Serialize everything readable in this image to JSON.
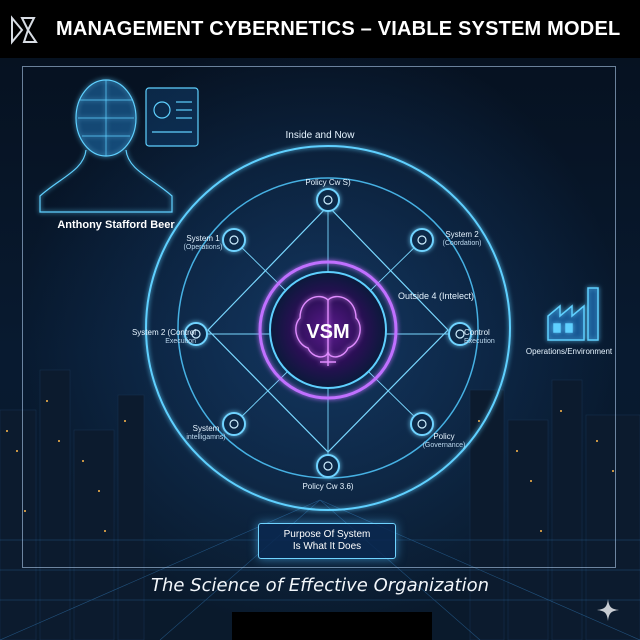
{
  "header": {
    "title": "MANAGEMENT CYBERNETICS – VIABLE SYSTEM MODEL"
  },
  "person": {
    "name": "Anthony Stafford Beer"
  },
  "diagram": {
    "top_label": "Inside and Now",
    "center_label": "VSM",
    "outside_label": "Outside 4 (Intelect)",
    "nodes": [
      {
        "id": "policy-top",
        "title": "Policy Cw S)",
        "subtitle": ""
      },
      {
        "id": "system-2-coordination",
        "title": "System 2",
        "subtitle": "(Coordation)"
      },
      {
        "id": "control-execution-right",
        "title": "Control",
        "subtitle": "Execution"
      },
      {
        "id": "policy-governance",
        "title": "Policy",
        "subtitle": "(Governance)"
      },
      {
        "id": "policy-bottom",
        "title": "Policy Cw 3.6)",
        "subtitle": ""
      },
      {
        "id": "system-intelligence",
        "title": "System",
        "subtitle": "intelligamns)"
      },
      {
        "id": "system-2-control-left",
        "title": "System 2 (Control",
        "subtitle": "Execution"
      },
      {
        "id": "system-1-operations",
        "title": "System 1",
        "subtitle": "(Operations)"
      }
    ]
  },
  "environment": {
    "label": "Operations/Environment"
  },
  "purpose": {
    "line1": "Purpose Of System",
    "line2": "Is What It Does"
  },
  "footer": {
    "tagline": "The Science of Effective Organization"
  },
  "colors": {
    "accent": "#5fd0ff",
    "glow": "#b04cff",
    "background": "#050b16"
  }
}
